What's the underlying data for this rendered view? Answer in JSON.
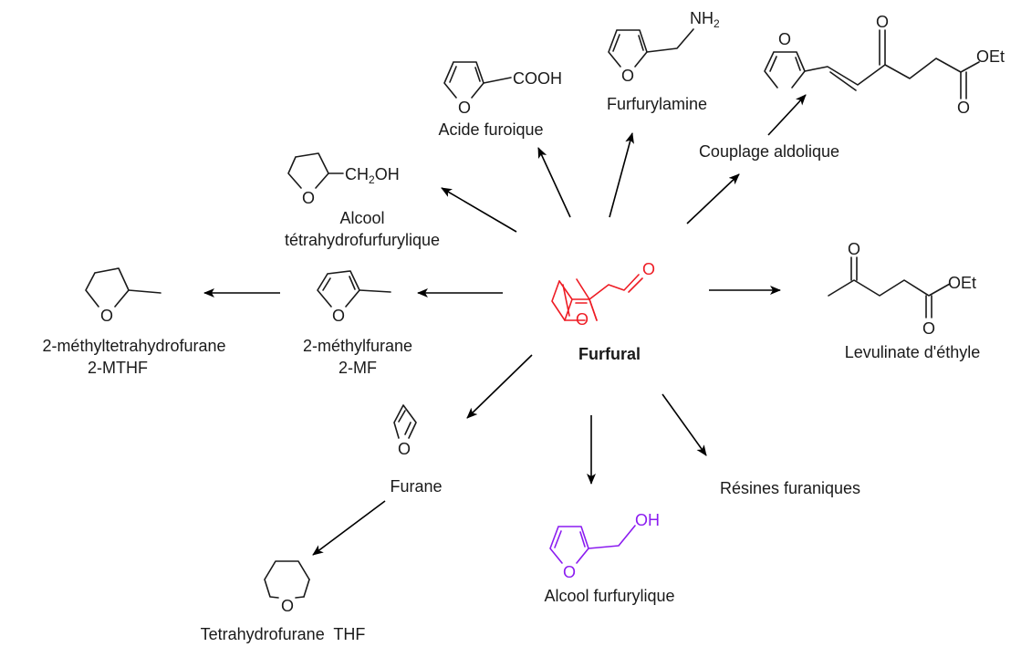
{
  "colors": {
    "furfural": "#ee1c24",
    "alcool_furfurylique": "#8b1cf0",
    "ink": "#1a1a1a"
  },
  "center": {
    "name": "Furfural",
    "aldehyde_atom": "O",
    "ring_atom": "O"
  },
  "products": {
    "acide_furoique": {
      "name": "Acide furoique",
      "group": "COOH",
      "ring_atom": "O"
    },
    "furfurylamine": {
      "name": "Furfurylamine",
      "group_main": "NH",
      "group_sub": "2",
      "ring_atom": "O"
    },
    "couplage": {
      "name": "Couplage aldolique",
      "ring_atom": "O",
      "keto_atom": "O",
      "ester_atom": "O",
      "ester_group": "OEt"
    },
    "alcool_thf": {
      "name_line1": "Alcool",
      "name_line2": "tétrahydrofurfurylique",
      "group_a": "CH",
      "group_sub": "2",
      "group_b": "OH",
      "ring_atom": "O"
    },
    "methylfurane": {
      "name_line1": "2-méthylfurane",
      "name_line2": "2-MF",
      "ring_atom": "O"
    },
    "mthf": {
      "name_line1": "2-méthyltetrahydrofurane",
      "name_line2": "2-MTHF",
      "ring_atom": "O"
    },
    "levulinate": {
      "name": "Levulinate d'éthyle",
      "keto_atom": "O",
      "ester_atom": "O",
      "ester_group": "OEt"
    },
    "furane": {
      "name": "Furane",
      "ring_atom": "O"
    },
    "thf": {
      "name": "Tetrahydrofurane  THF",
      "ring_atom": "O"
    },
    "alcool_furfurylique": {
      "name": "Alcool furfurylique",
      "group": "OH",
      "ring_atom": "O"
    },
    "resines": {
      "name": "Résines furaniques"
    }
  }
}
